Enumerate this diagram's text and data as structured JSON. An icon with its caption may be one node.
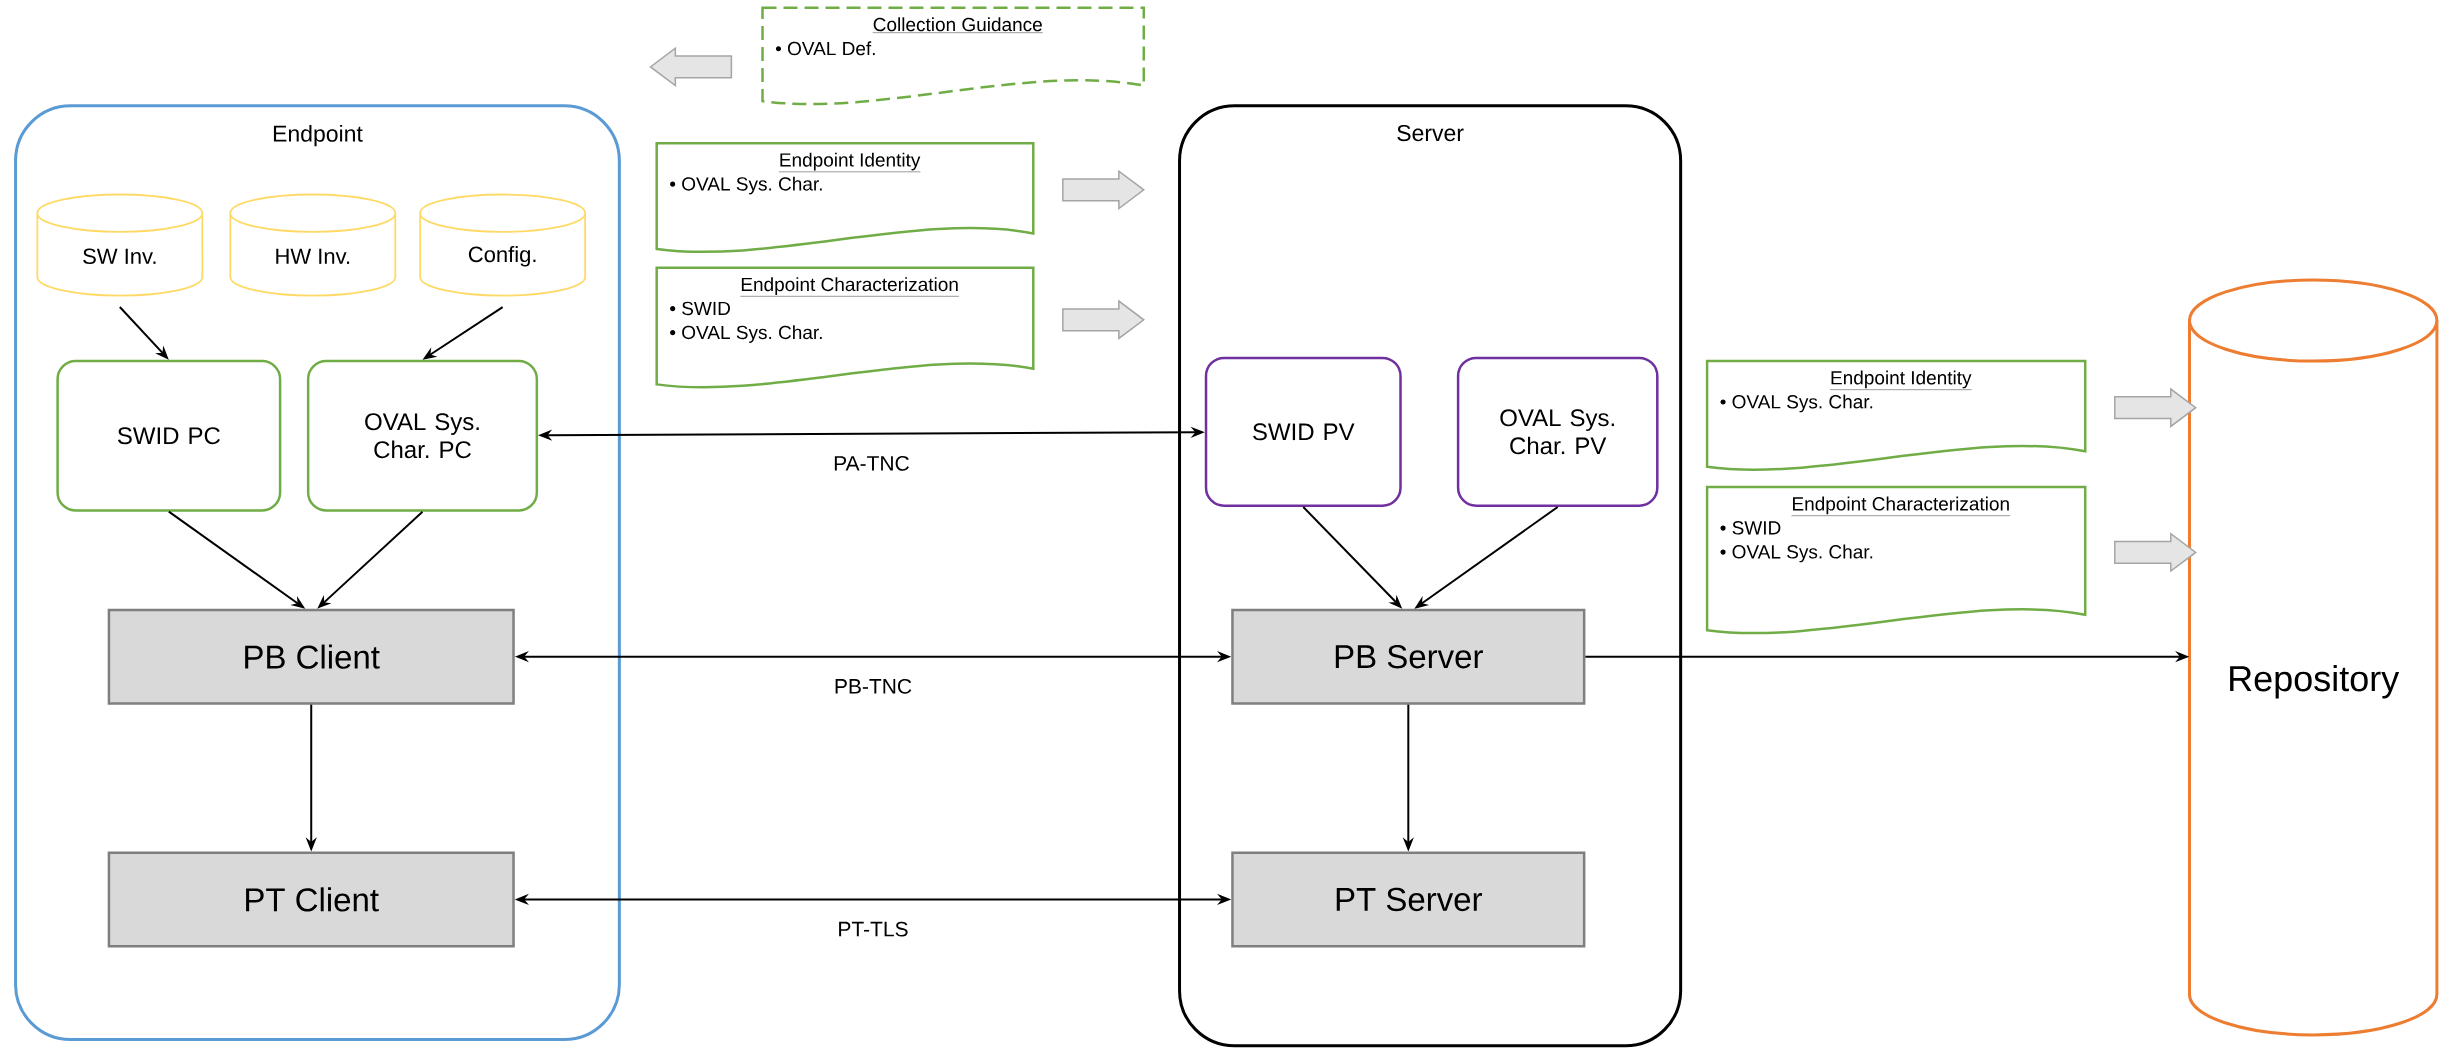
{
  "diagram": {
    "nodes": [
      {
        "text": [
          "Endpoint"
        ]
      },
      {
        "text": [
          "SW Inv."
        ],
        "in": 0
      },
      {
        "text": [
          "HW Inv."
        ],
        "in": 0
      },
      {
        "text": [
          "Config."
        ],
        "in": 0
      },
      {
        "text": [
          "SWID PC"
        ],
        "in": 0
      },
      {
        "text": [
          "OVAL Sys. Char. PC"
        ],
        "in": 0
      },
      {
        "text": [
          "PB Client"
        ],
        "in": 0
      },
      {
        "text": [
          "PT Client"
        ],
        "in": 0
      },
      {
        "text": [
          "Server"
        ]
      },
      {
        "text": [
          "SWID PV"
        ],
        "in": 8
      },
      {
        "text": [
          "OVAL Sys. Char. PV"
        ],
        "in": 8
      },
      {
        "text": [
          "PB Server"
        ],
        "in": 8
      },
      {
        "text": [
          "PT Server"
        ],
        "in": 8
      },
      {
        "text": [
          "Repository"
        ]
      },
      {
        "text": [
          "Collection Guidance",
          "• OVAL Def."
        ]
      },
      {
        "text": [
          "Endpoint Identity",
          "• OVAL Sys. Char."
        ]
      },
      {
        "text": [
          "Endpoint Characterization",
          "• SWID",
          "• OVAL Sys. Char."
        ]
      },
      {
        "text": [
          "Endpoint Identity",
          "• OVAL Sys. Char."
        ]
      },
      {
        "text": [
          "Endpoint Characterization",
          "• SWID",
          "• OVAL Sys. Char."
        ]
      }
    ],
    "edges": [
      {
        "from": 1,
        "to": 4,
        "arrow": "to"
      },
      {
        "from": 3,
        "to": 5,
        "arrow": "to"
      },
      {
        "from": 5,
        "to": 9,
        "arrow": "both",
        "label": "PA-TNC"
      },
      {
        "from": 4,
        "to": 6,
        "arrow": "to"
      },
      {
        "from": 5,
        "to": 6,
        "arrow": "to"
      },
      {
        "from": 9,
        "to": 11,
        "arrow": "to"
      },
      {
        "from": 10,
        "to": 11,
        "arrow": "to"
      },
      {
        "from": 6,
        "to": 11,
        "arrow": "both",
        "label": "PB-TNC"
      },
      {
        "from": 6,
        "to": 7,
        "arrow": "to"
      },
      {
        "from": 11,
        "to": 12,
        "arrow": "to"
      },
      {
        "from": 7,
        "to": 12,
        "arrow": "both",
        "label": "PT-TLS"
      },
      {
        "from": 11,
        "to": 13,
        "arrow": "to"
      },
      {
        "from": 14,
        "to": null,
        "arrow": "to",
        "style": "thick",
        "color": "#a5a5a5"
      },
      {
        "from": 15,
        "to": 8,
        "arrow": "to",
        "style": "thick",
        "color": "#a5a5a5"
      },
      {
        "from": 16,
        "to": 8,
        "arrow": "to",
        "style": "thick",
        "color": "#a5a5a5"
      },
      {
        "from": 17,
        "to": 13,
        "arrow": "to",
        "style": "thick",
        "color": "#a5a5a5"
      },
      {
        "from": 18,
        "to": 13,
        "arrow": "to",
        "style": "thick",
        "color": "#a5a5a5"
      }
    ]
  }
}
